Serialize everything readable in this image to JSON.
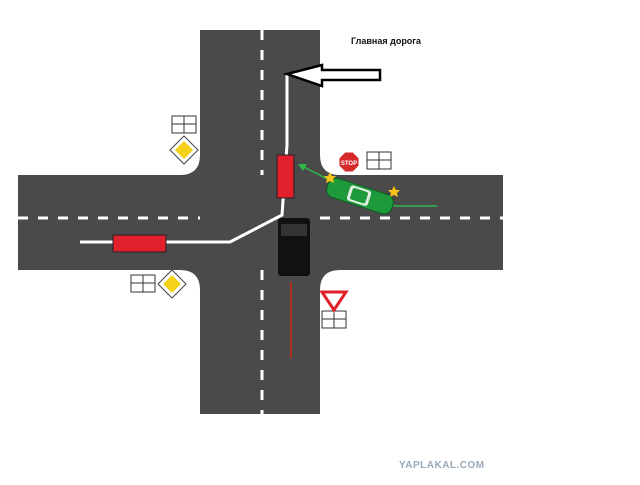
{
  "labels": {
    "main_road": "Главная дорога",
    "stop_sign_text": "STOP",
    "watermark": "YAPLAKAL.COM"
  },
  "colors": {
    "asphalt": "#4a4a4a",
    "marking": "#ffffff",
    "red_car": "#e0202a",
    "black_car": "#111111",
    "green_car": "#1f9a3a",
    "trajectory_red": "#b03020",
    "trajectory_green": "#2db84a",
    "priority_sign": "#f5d21a",
    "yield_sign_border": "#e0202a",
    "stop_sign": "#d62a2a",
    "blinker": "#f7c21a"
  },
  "icons": {
    "arrow": "left-arrow-icon",
    "stop": "stop-sign-icon",
    "priority": "priority-road-sign-icon",
    "yield": "yield-sign-icon",
    "plate": "main-road-direction-plate-icon"
  }
}
